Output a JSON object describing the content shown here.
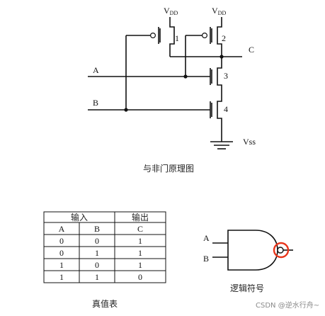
{
  "circuit": {
    "vdd_left": {
      "main": "V",
      "sub": "DD"
    },
    "vdd_right": {
      "main": "V",
      "sub": "DD"
    },
    "input_a": "A",
    "input_b": "B",
    "output_c": "C",
    "vss": "Vss",
    "transistor_numbers": [
      "1",
      "2",
      "3",
      "4"
    ]
  },
  "circuit_caption": "与非门原理图",
  "truth_table": {
    "group_inputs": "输入",
    "group_output": "输出",
    "headers": [
      "A",
      "B",
      "C"
    ],
    "rows": [
      [
        "0",
        "0",
        "1"
      ],
      [
        "0",
        "1",
        "1"
      ],
      [
        "1",
        "0",
        "1"
      ],
      [
        "1",
        "1",
        "0"
      ]
    ],
    "caption": "真值表"
  },
  "logic_symbol": {
    "input_a": "A",
    "input_b": "B",
    "caption": "逻辑符号",
    "highlight_color": "#e8351b"
  },
  "watermark": "CSDN @逆水行舟~"
}
